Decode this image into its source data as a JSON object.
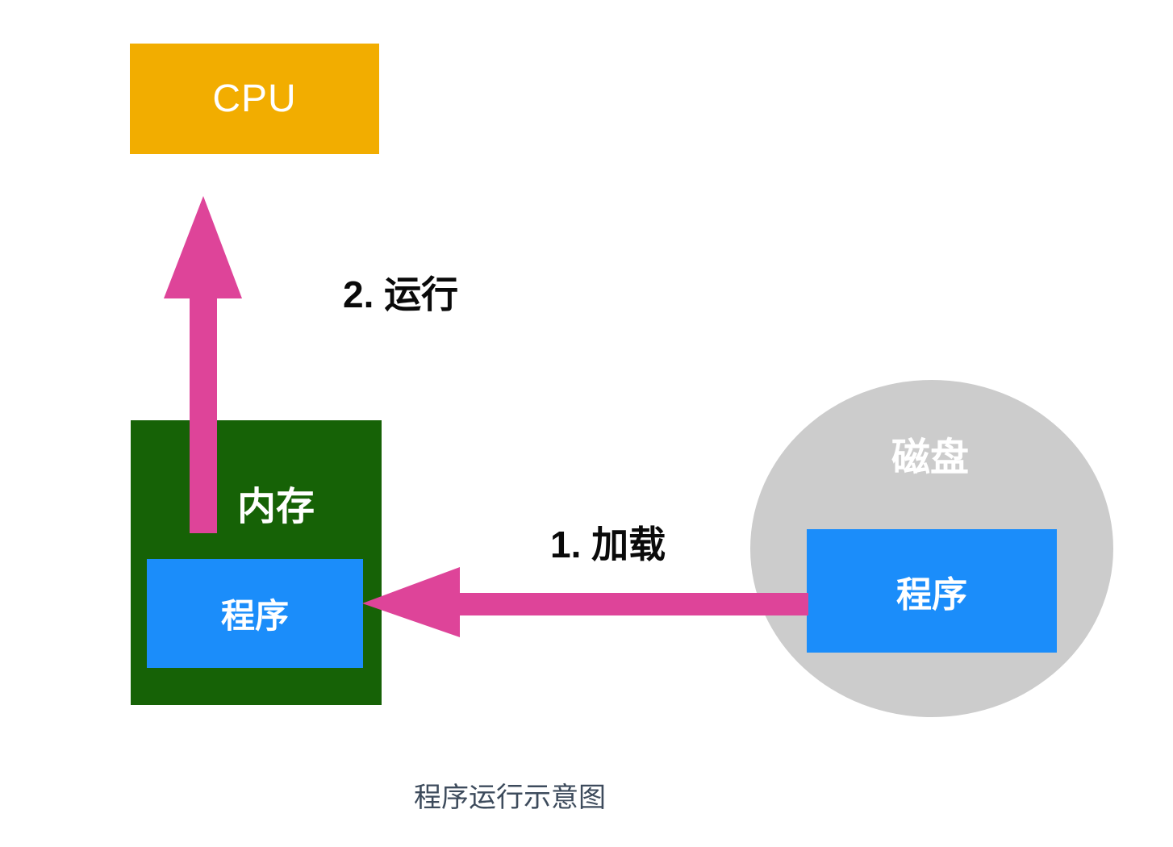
{
  "diagram": {
    "caption": "程序运行示意图",
    "nodes": {
      "cpu": {
        "label": "CPU",
        "color": "#F2AD00"
      },
      "memory": {
        "label": "内存",
        "color": "#166206",
        "program": {
          "label": "程序",
          "color": "#1B8DFA"
        }
      },
      "disk": {
        "label": "磁盘",
        "color": "#CCCCCC",
        "program": {
          "label": "程序",
          "color": "#1B8DFA"
        }
      }
    },
    "arrows": {
      "load": {
        "label": "1. 加载",
        "from": "disk.program",
        "to": "memory.program"
      },
      "run": {
        "label": "2. 运行",
        "from": "memory",
        "to": "cpu"
      }
    },
    "colors": {
      "arrow": "#DE4499",
      "caption_text": "#3D4B5C",
      "step_label_text": "#0A0A0A",
      "node_text": "#FFFFFF",
      "background": "#FFFFFF"
    }
  }
}
